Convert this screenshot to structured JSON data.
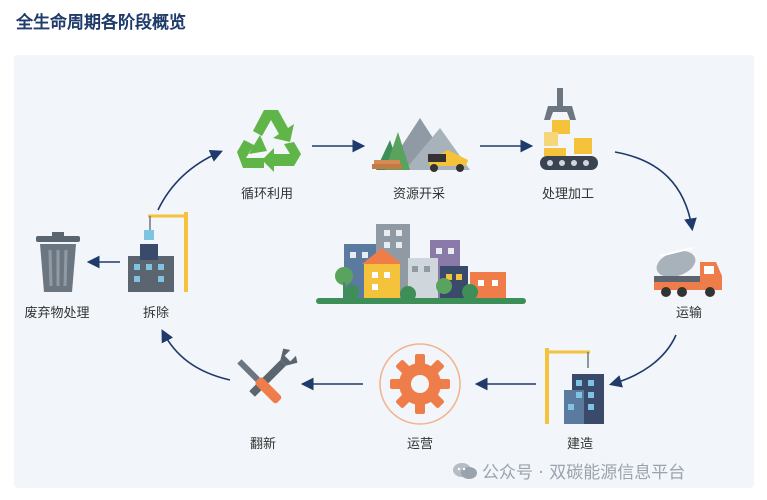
{
  "title": "全生命周期各阶段概览",
  "stages": {
    "recycle": "循环利用",
    "mining": "资源开采",
    "processing": "处理加工",
    "transport": "运输",
    "construction": "建造",
    "operation": "运营",
    "renovation": "翻新",
    "demolition": "拆除",
    "waste": "废弃物处理"
  },
  "watermark": "公众号 · 双碳能源信息平台",
  "colors": {
    "arrow": "#1f3b6b",
    "recycle_green": "#5fb548",
    "gear_orange": "#ee7d4a",
    "crane_yellow": "#f5c33b"
  }
}
